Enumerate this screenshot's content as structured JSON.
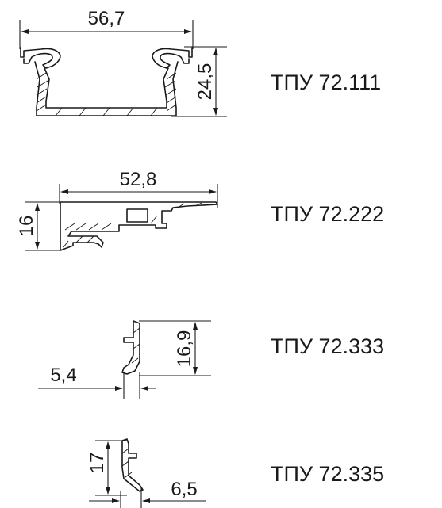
{
  "profiles": [
    {
      "code": "ТПУ 72.111",
      "width_label": "56,7",
      "height_label": "24,5"
    },
    {
      "code": "ТПУ 72.222",
      "width_label": "52,8",
      "height_label": "16"
    },
    {
      "code": "ТПУ 72.333",
      "width_label": "5,4",
      "height_label": "16,9"
    },
    {
      "code": "ТПУ 72.335",
      "width_label": "6,5",
      "height_label": "17"
    }
  ]
}
